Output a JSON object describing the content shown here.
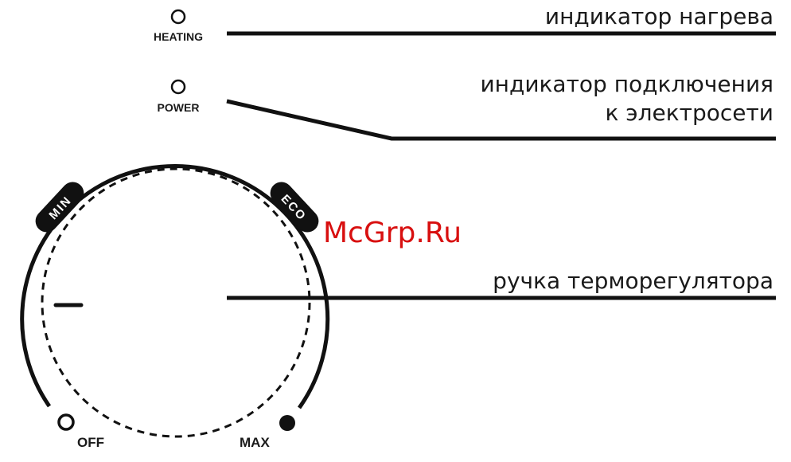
{
  "indicators": {
    "heating": {
      "code": "HEATING",
      "description": "индикатор нагрева"
    },
    "power": {
      "code": "POWER",
      "description_line1": "индикатор подключения",
      "description_line2": "к электросети"
    }
  },
  "knob": {
    "description": "ручка терморегулятора",
    "min_label": "MIN",
    "eco_label": "ECO",
    "off_label": "OFF",
    "max_label": "MAX"
  },
  "watermark": "McGrp.Ru",
  "colors": {
    "line": "#111111",
    "watermark": "#d80f0f"
  }
}
